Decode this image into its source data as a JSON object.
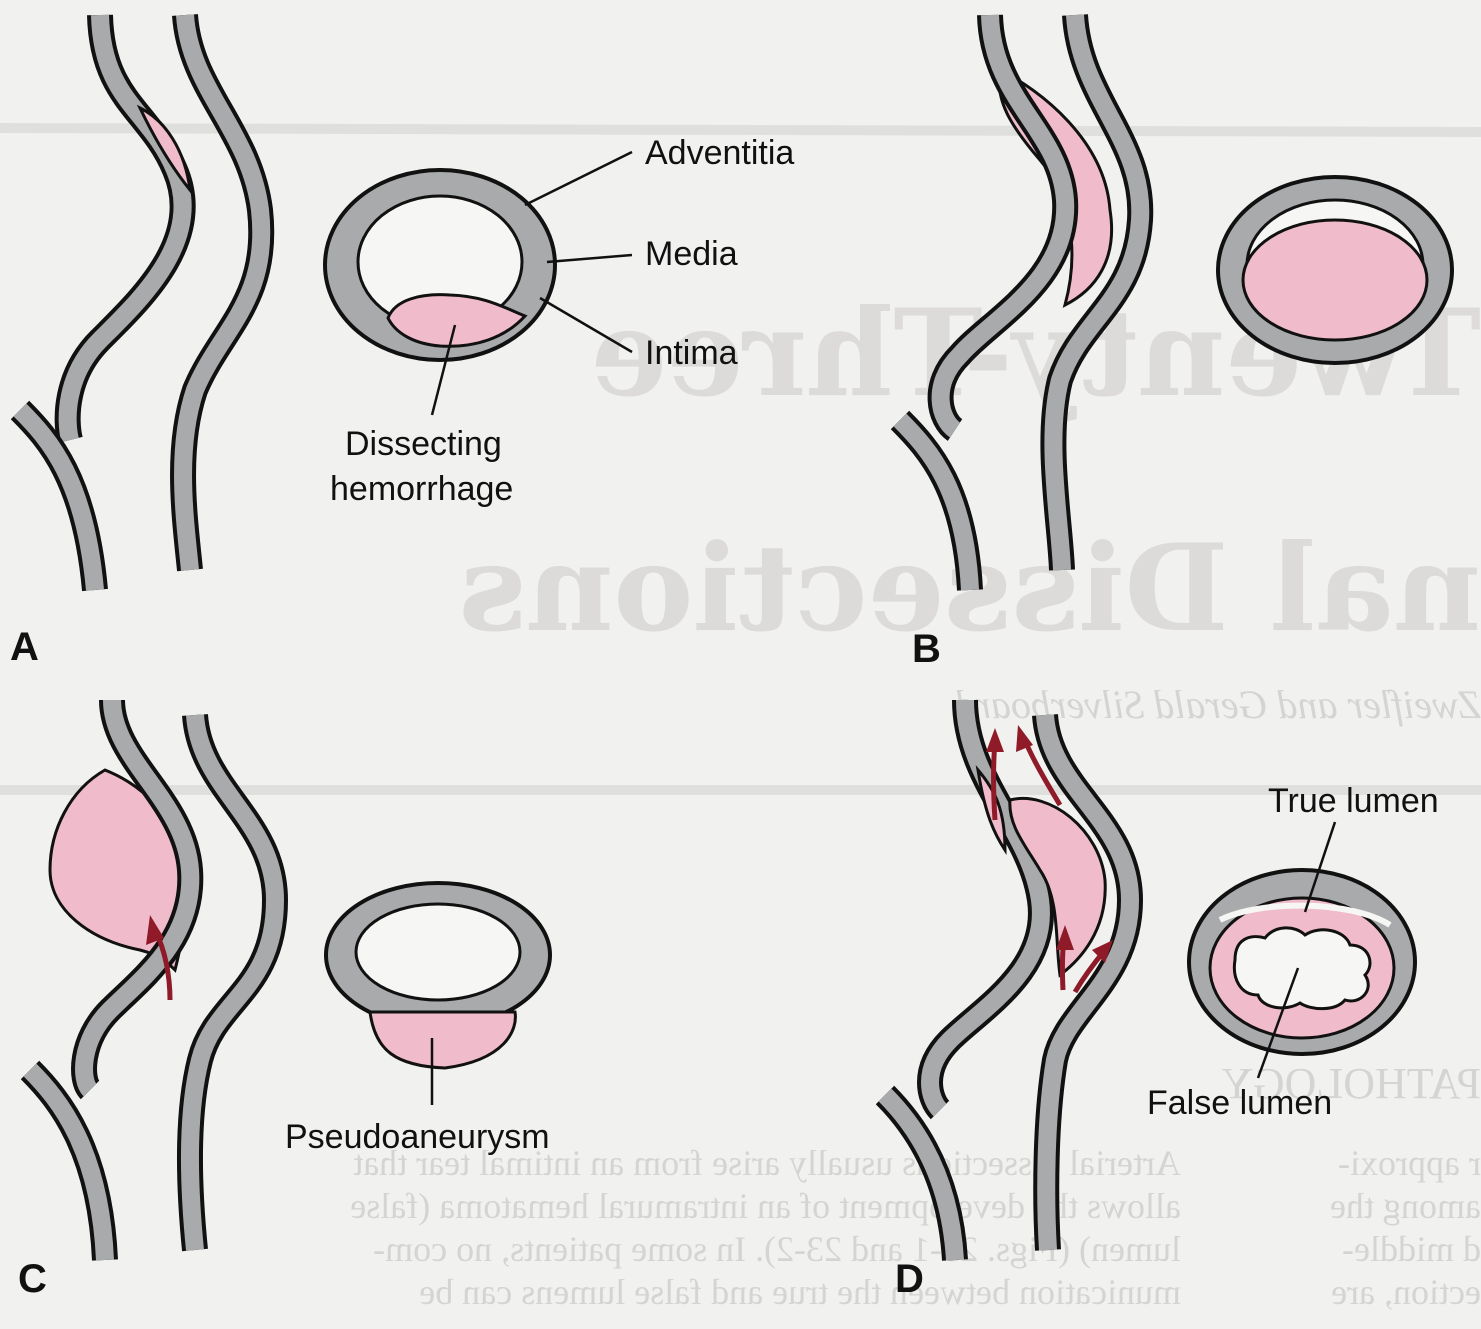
{
  "panels": [
    {
      "id": "A",
      "letter": "A",
      "labels": {
        "adventitia": "Adventitia",
        "media": "Media",
        "intima": "Intima",
        "hemorrhage_line1": "Dissecting",
        "hemorrhage_line2": "hemorrhage"
      }
    },
    {
      "id": "B",
      "letter": "B"
    },
    {
      "id": "C",
      "letter": "C",
      "labels": {
        "pseudoaneurysm": "Pseudoaneurysm"
      }
    },
    {
      "id": "D",
      "letter": "D",
      "labels": {
        "true_lumen": "True lumen",
        "false_lumen": "False lumen"
      }
    }
  ],
  "colors": {
    "vessel_wall": "#a9aaab",
    "hemorrhage": "#f0bccb",
    "blood_flow_arrow": "#8e1b27",
    "background": "#f1f1f0"
  },
  "background_bleed": {
    "heading_1": "Twenty-Three",
    "heading_2": "nal Dissections",
    "authors": "Zweifler and Gerald Silverboard",
    "section": "PATHOLOGY",
    "body_left": [
      "Arterial dissections usually arise from an intimal tear that",
      "allows the development of an intramural hematoma (false",
      "lumen) (Figs. 23-1 and 23-2). In some patients, no com-",
      "munication between the true and false lumens can be"
    ],
    "body_right": [
      "r approxi-",
      "among the",
      "d middle-",
      "ection, are"
    ]
  }
}
